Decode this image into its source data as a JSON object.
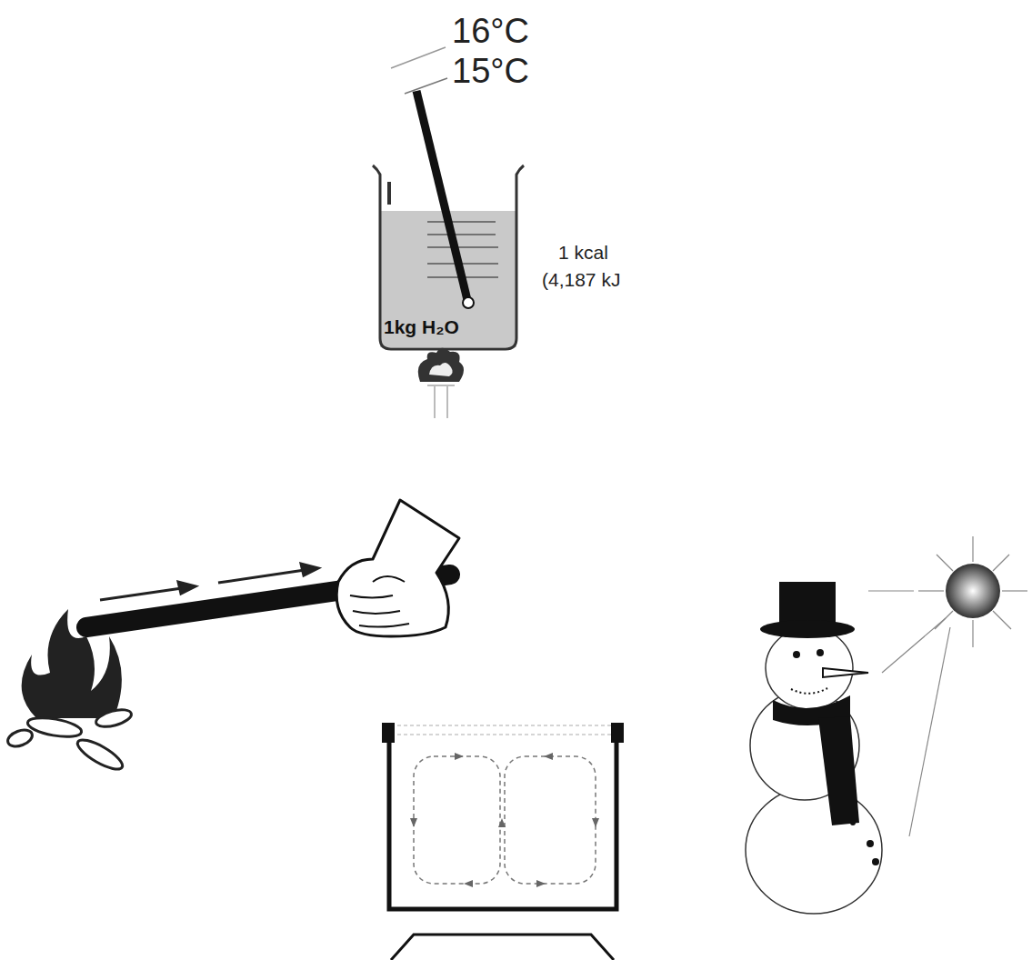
{
  "diagram": {
    "nodes": [
      {
        "text": [
          "1kg H₂O"
        ]
      }
    ],
    "labels": [
      "16°C",
      "15°C",
      "1 kcal",
      "(4,187 kJ"
    ]
  }
}
